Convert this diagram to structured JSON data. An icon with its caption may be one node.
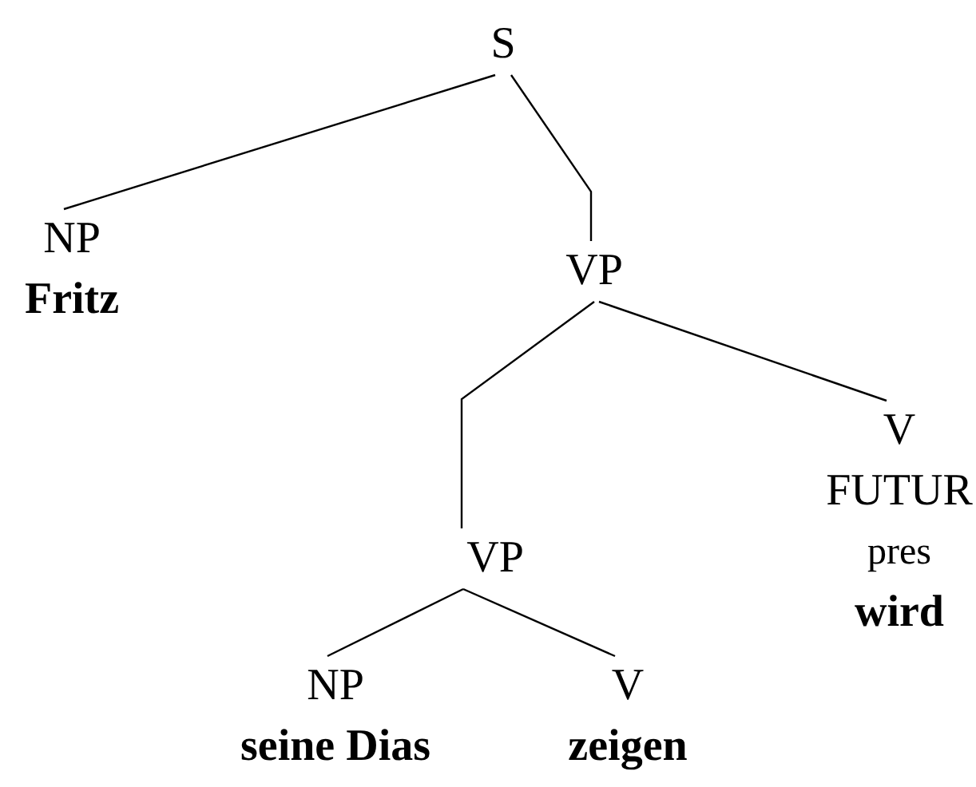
{
  "diagram": {
    "nodes": [
      {
        "text": [
          "S"
        ]
      },
      {
        "text": [
          "NP",
          "Fritz"
        ]
      },
      {
        "text": [
          "VP"
        ]
      },
      {
        "text": [
          "VP"
        ]
      },
      {
        "text": [
          "V",
          "FUTUR",
          "pres",
          "wird"
        ]
      },
      {
        "text": [
          "NP",
          "seine Dias"
        ]
      },
      {
        "text": [
          "V",
          "zeigen"
        ]
      }
    ],
    "edges": [
      {
        "from": 0,
        "to": 1,
        "arrow": "none"
      },
      {
        "from": 0,
        "to": 2,
        "arrow": "none"
      },
      {
        "from": 2,
        "to": 3,
        "arrow": "none"
      },
      {
        "from": 2,
        "to": 4,
        "arrow": "none"
      },
      {
        "from": 3,
        "to": 5,
        "arrow": "none"
      },
      {
        "from": 3,
        "to": 6,
        "arrow": "none"
      }
    ]
  }
}
